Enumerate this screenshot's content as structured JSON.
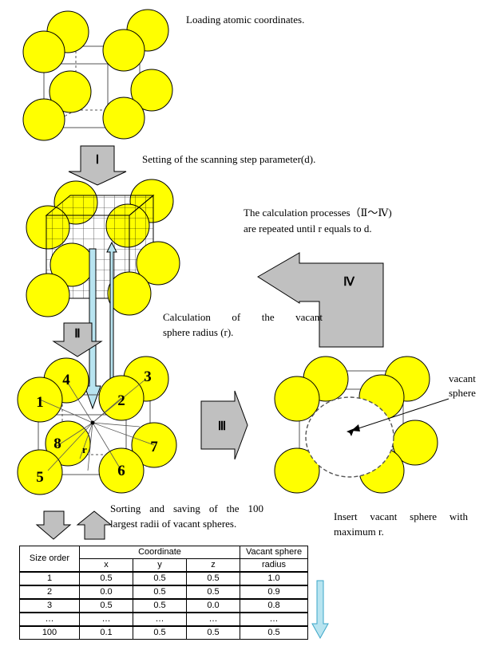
{
  "captions": {
    "loading": "Loading atomic coordinates.",
    "setting": "Setting of the scanning step parameter(d).",
    "repeat_line1": "The calculation processes（Ⅱ～Ⅳ)",
    "repeat_line2": "are repeated until r equals to d.",
    "calc_line1": "Calculation   of   the   vacant",
    "calc_line2": "sphere radius (r).",
    "sorting_line1": "Sorting and saving of the 100",
    "sorting_line2": "largest radii of vacant spheres.",
    "insert_line1": "Insert vacant sphere with",
    "insert_line2": "maximum r.",
    "vacant_line1": "vacant",
    "vacant_line2": "sphere"
  },
  "steps": {
    "step1": "Ⅰ",
    "step2": "Ⅱ",
    "step3": "Ⅲ",
    "step4": "Ⅳ"
  },
  "atom_labels": [
    "1",
    "2",
    "3",
    "4",
    "5",
    "6",
    "7",
    "8"
  ],
  "radius_label": "r",
  "colors": {
    "atom_fill": "#ffff00",
    "arrow_fill": "#c0c0c0",
    "scan_arrow": "#b8e4f0"
  },
  "table": {
    "headers": {
      "size_order": "Size order",
      "coordinate": "Coordinate",
      "vacant_line1": "Vacant sphere",
      "vacant_line2": "radius",
      "x": "x",
      "y": "y",
      "z": "z"
    },
    "rows": [
      [
        "1",
        "0.5",
        "0.5",
        "0.5",
        "1.0"
      ],
      [
        "2",
        "0.0",
        "0.5",
        "0.5",
        "0.9"
      ],
      [
        "3",
        "0.5",
        "0.5",
        "0.0",
        "0.8"
      ],
      [
        "…",
        "…",
        "…",
        "…",
        "…"
      ],
      [
        "100",
        "0.1",
        "0.5",
        "0.5",
        "0.5"
      ]
    ]
  }
}
